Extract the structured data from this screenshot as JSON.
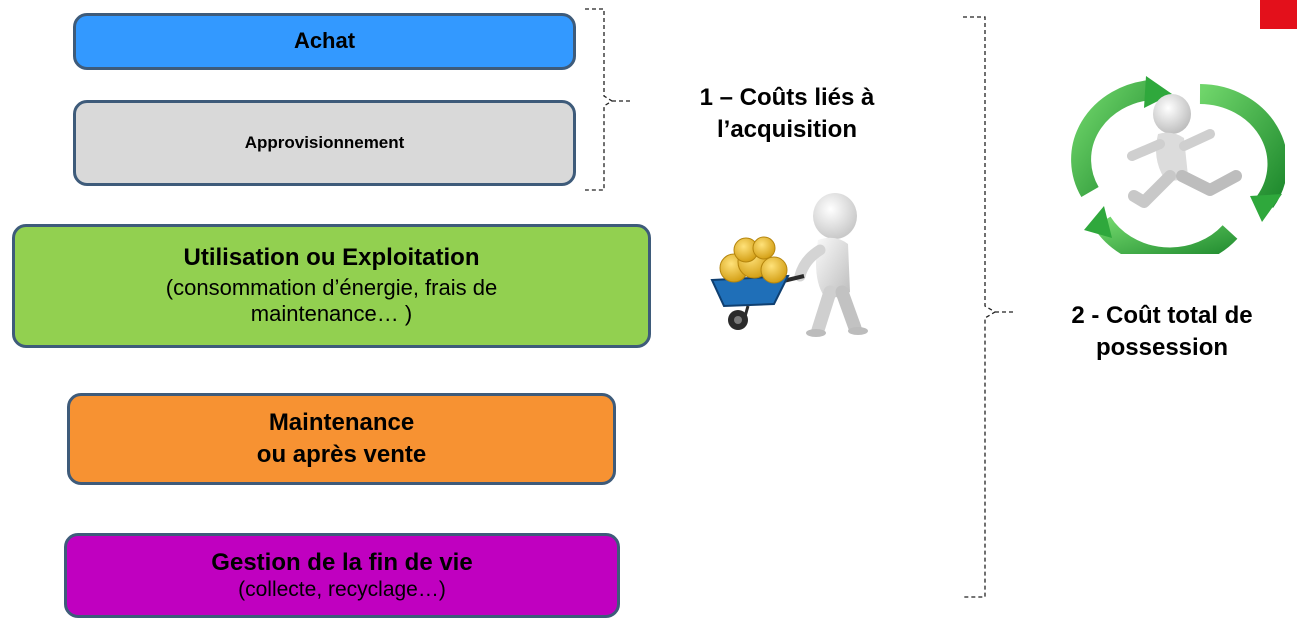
{
  "boxes": {
    "achat": {
      "title": "Achat",
      "color": "#3399ff"
    },
    "approvisionnement": {
      "title": "Approvisionnement",
      "color": "#d9d9d9"
    },
    "utilisation": {
      "title": "Utilisation ou Exploitation",
      "subtitle_line1": "(consommation d’énergie, frais de",
      "subtitle_line2": "maintenance… )",
      "color": "#92d050"
    },
    "maintenance": {
      "title_line1": "Maintenance",
      "title_line2": "ou après vente",
      "color": "#f79232"
    },
    "fin_de_vie": {
      "title": "Gestion de la fin de vie",
      "subtitle": "(collecte, recyclage…)",
      "color": "#c000c0"
    }
  },
  "labels": {
    "group1_line1": "1 – Coûts liés à",
    "group1_line2": "l’acquisition",
    "group2_line1": "2 - Coût total de",
    "group2_line2": "possession"
  },
  "icons": {
    "acquisition": "person-pushing-wheelbarrow-of-coins-icon",
    "possession": "person-running-in-recycle-arrows-icon",
    "corner": "red-square"
  },
  "colors": {
    "border": "#3e5b7a",
    "accent_red": "#e3101b",
    "recycle_green": "#2faa3f"
  }
}
